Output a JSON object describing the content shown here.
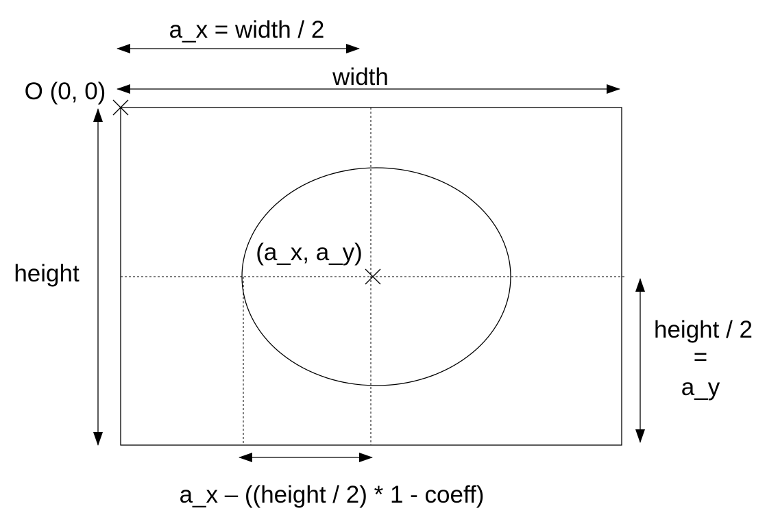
{
  "diagram": {
    "labels": {
      "ax_formula": "a_x = width / 2",
      "width": "width",
      "origin": "O (0, 0)",
      "height": "height",
      "center": "(a_x, a_y)",
      "half_height_line1": "height / 2",
      "half_height_line2": "=",
      "half_height_line3": "a_y",
      "bottom_formula": "a_x – ((height / 2) * 1 - coeff)"
    },
    "colors": {
      "stroke": "#000000",
      "background": "#ffffff"
    }
  }
}
